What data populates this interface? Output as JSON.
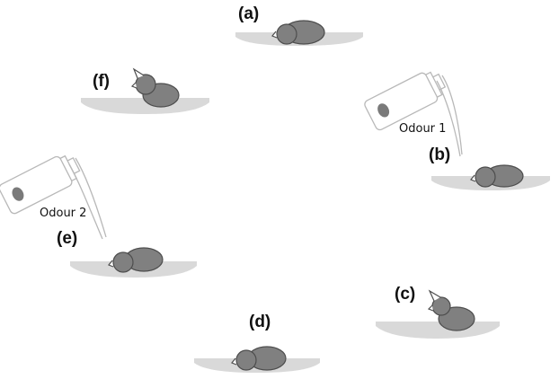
{
  "panels": [
    {
      "id": "a",
      "label": "(a)",
      "posture": "sleeping"
    },
    {
      "id": "b",
      "label": "(b)",
      "posture": "sleeping",
      "stimulus": "Odour 1"
    },
    {
      "id": "c",
      "label": "(c)",
      "posture": "head-raised"
    },
    {
      "id": "d",
      "label": "(d)",
      "posture": "sleeping"
    },
    {
      "id": "e",
      "label": "(e)",
      "posture": "sleeping",
      "stimulus": "Odour 2"
    },
    {
      "id": "f",
      "label": "(f)",
      "posture": "head-raised"
    }
  ],
  "stimuli": {
    "odour1": {
      "label": "Odour 1"
    },
    "odour2": {
      "label": "Odour 2"
    }
  },
  "colors": {
    "animal": "#808080",
    "outline": "#4d4d4d",
    "dish": "#d9d9d9",
    "bottle_outline": "#b8b8b8"
  }
}
